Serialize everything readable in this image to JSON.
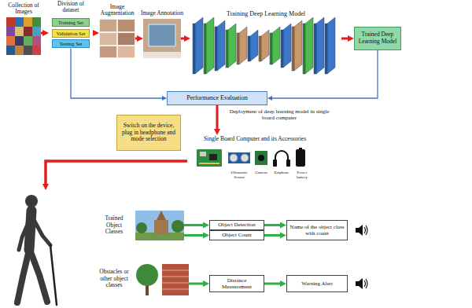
{
  "diagram": {
    "nodes": [
      {
        "text": [
          "Collection of Images"
        ]
      },
      {
        "text": [
          "Division of dataset"
        ]
      },
      {
        "text": [
          "Training Set"
        ],
        "in": 1
      },
      {
        "text": [
          "Validation Set"
        ],
        "in": 1
      },
      {
        "text": [
          "Testing Set"
        ],
        "in": 1
      },
      {
        "text": [
          "Image Augmentation"
        ]
      },
      {
        "text": [
          "Image Annotation"
        ]
      },
      {
        "text": [
          "Training Deep Learning Model"
        ]
      },
      {
        "text": [
          "Trained Deep Learning Model"
        ]
      },
      {
        "text": [
          "Performance Evaluation"
        ]
      },
      {
        "text": [
          "Switch on the device, plug in headphone and mode selection"
        ]
      },
      {
        "text": [
          "Single Board Computer and its Accessories"
        ]
      },
      {
        "text": [
          "Trained Object Classes"
        ]
      },
      {
        "text": [
          "Object Detection"
        ]
      },
      {
        "text": [
          "Object Count"
        ]
      },
      {
        "text": [
          "Name of the object class with count"
        ]
      },
      {
        "text": [
          "Obstacles or other object classes"
        ]
      },
      {
        "text": [
          "Distance Measurement"
        ]
      },
      {
        "text": [
          "Warning Alert"
        ]
      }
    ],
    "edges": [
      {
        "from": 0,
        "to": 1,
        "arrow": "to"
      },
      {
        "from": 1,
        "to": 5,
        "arrow": "to"
      },
      {
        "from": 5,
        "to": 6,
        "arrow": "to"
      },
      {
        "from": 6,
        "to": 7,
        "arrow": "to"
      },
      {
        "from": 7,
        "to": 8,
        "arrow": "to"
      },
      {
        "from": 8,
        "to": 9,
        "arrow": "to"
      },
      {
        "from": 4,
        "to": 9,
        "arrow": "to"
      },
      {
        "from": 9,
        "to": 11,
        "label": "Deployment of deep learning model in single board computer",
        "arrow": "to"
      },
      {
        "from": 12,
        "to": 13,
        "arrow": "to"
      },
      {
        "from": 12,
        "to": 14,
        "arrow": "to"
      },
      {
        "from": 13,
        "to": 15,
        "arrow": "to"
      },
      {
        "from": 14,
        "to": 15,
        "arrow": "to"
      },
      {
        "from": 16,
        "to": 17,
        "arrow": "to"
      },
      {
        "from": 17,
        "to": 18,
        "arrow": "to"
      }
    ],
    "labels": [
      "Ultrasonic Sensor",
      "Camera",
      "Earphone",
      "Power battery"
    ]
  }
}
